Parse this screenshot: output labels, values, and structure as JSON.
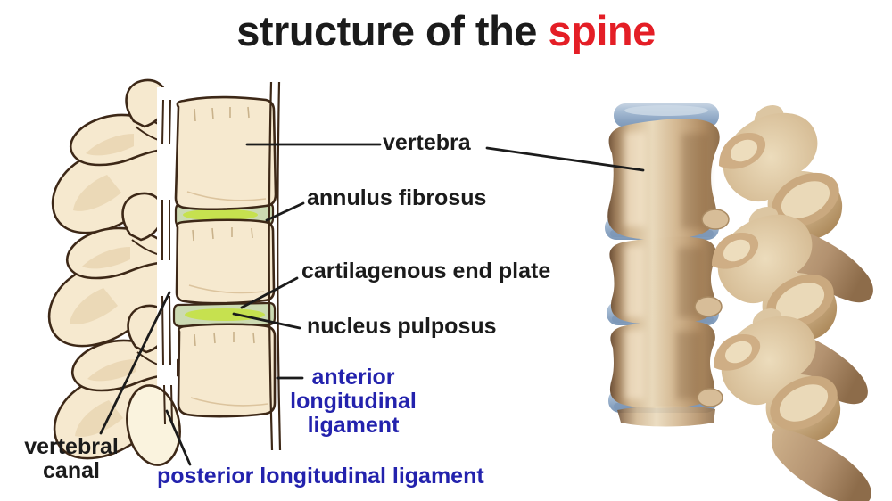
{
  "title": {
    "prefix": "structure of the ",
    "highlight": "spine"
  },
  "labels": {
    "vertebra": "vertebra",
    "annulus_fibrosus": "annulus fibrosus",
    "cartilagenous_end_plate": "cartilagenous end plate",
    "nucleus_pulposus": "nucleus pulposus",
    "anterior_longitudinal_ligament": "anterior\nlongitudinal\nligament",
    "vertebral_canal": "vertebral\ncanal",
    "posterior_longitudinal_ligament": "posterior longitudinal ligament"
  },
  "illustrations": {
    "left": "vertebrae-cross-section-illustration",
    "right": "vertebrae-3d-lateral-illustration"
  },
  "colors": {
    "ink": "#1b1b1b",
    "accent_red": "#e41e26",
    "label_blue": "#2322ad",
    "bone_fill": "#f6e9cf",
    "bone_outline": "#3d2817",
    "bone_shade": "#e7d2ad",
    "disc_green": "#ccdab2",
    "nucleus_green": "#c6e14f",
    "pill_bone": "#faf3de",
    "disc_blue": "#a4bad2"
  }
}
